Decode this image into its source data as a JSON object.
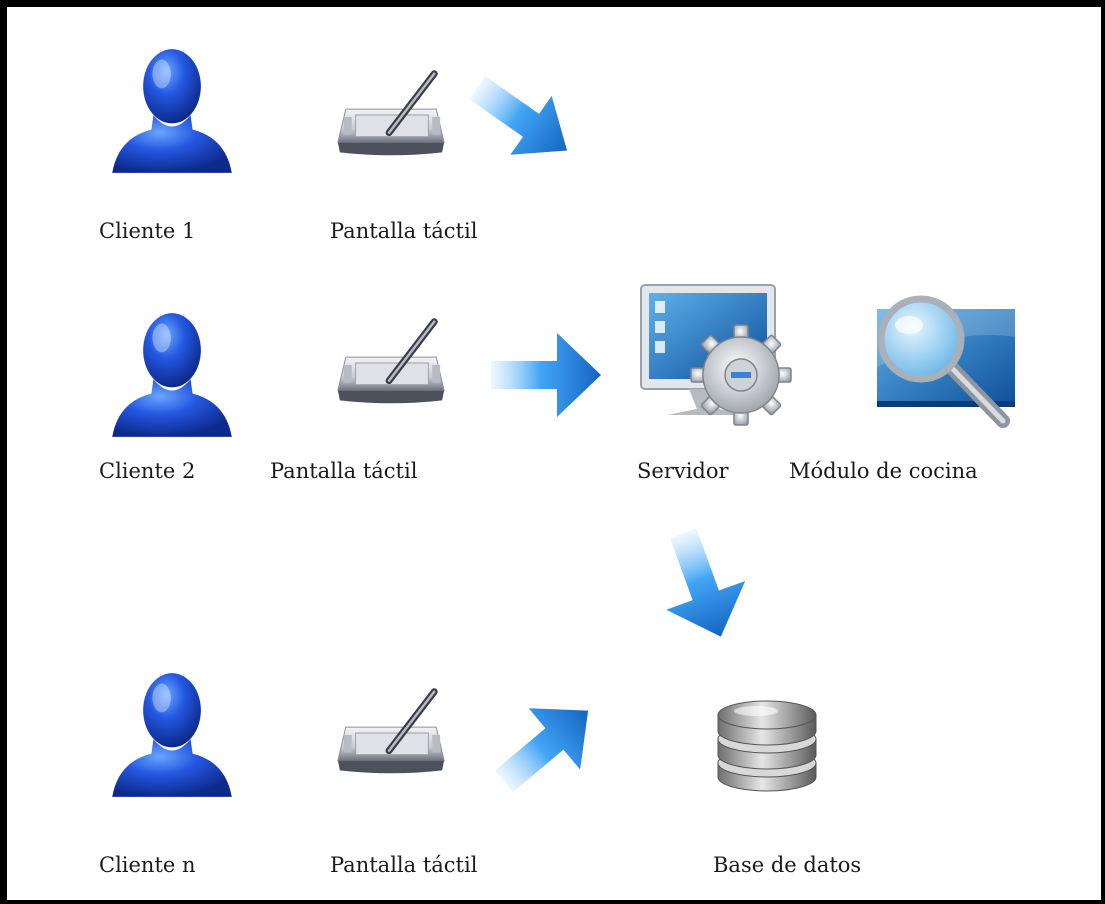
{
  "colors": {
    "person_blue": "#1f4fd8",
    "arrow_blue": "#1e88e5",
    "frame": "#000000"
  },
  "icons": {
    "client": "person-icon",
    "tablet": "touch-tablet-icon",
    "server": "server-gear-icon",
    "kitchen": "magnifier-monitor-icon",
    "database": "database-icon",
    "arrow": "arrow-icon"
  },
  "labels": {
    "client1": "Cliente 1",
    "client2": "Cliente 2",
    "clientn": "Cliente n",
    "tablet1": "Pantalla táctil",
    "tablet2": "Pantalla táctil",
    "tabletn": "Pantalla táctil",
    "server": "Servidor",
    "kitchen": "Módulo de cocina",
    "database": "Base de datos"
  }
}
